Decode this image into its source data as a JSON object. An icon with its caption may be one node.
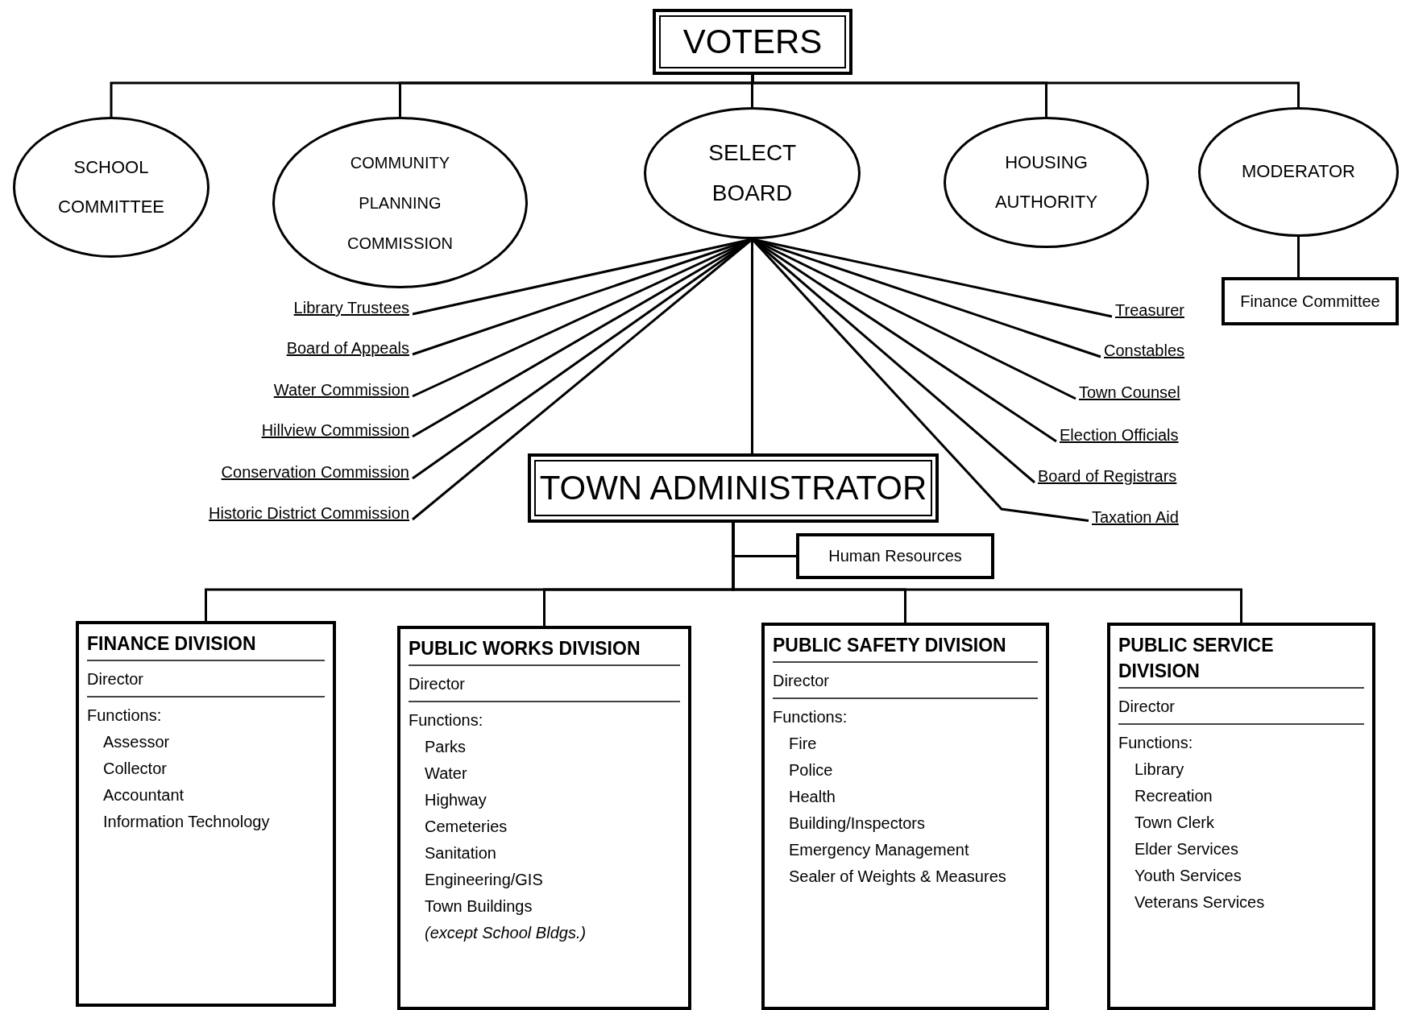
{
  "diagram": {
    "nodes": [
      {
        "text": [
          "VOTERS"
        ]
      },
      {
        "text": [
          "SCHOOL COMMITTEE"
        ]
      },
      {
        "text": [
          "COMMUNITY PLANNING COMMISSION"
        ]
      },
      {
        "text": [
          "SELECT BOARD"
        ]
      },
      {
        "text": [
          "HOUSING AUTHORITY"
        ]
      },
      {
        "text": [
          "MODERATOR"
        ]
      },
      {
        "text": [
          "Finance Committee"
        ]
      },
      {
        "text": [
          "Library Trustees"
        ]
      },
      {
        "text": [
          "Board of Appeals"
        ]
      },
      {
        "text": [
          "Water Commission"
        ]
      },
      {
        "text": [
          "Hillview Commission"
        ]
      },
      {
        "text": [
          "Conservation Commission"
        ]
      },
      {
        "text": [
          "Historic District Commission"
        ]
      },
      {
        "text": [
          "Treasurer"
        ]
      },
      {
        "text": [
          "Constables"
        ]
      },
      {
        "text": [
          "Town Counsel"
        ]
      },
      {
        "text": [
          "Election Officials"
        ]
      },
      {
        "text": [
          "Board of Registrars"
        ]
      },
      {
        "text": [
          "Taxation Aid"
        ]
      },
      {
        "text": [
          "TOWN ADMINISTRATOR"
        ]
      },
      {
        "text": [
          "Human Resources"
        ]
      },
      {
        "text": [
          "FINANCE DIVISION",
          "Director",
          "Functions:",
          "Assessor",
          "Collector",
          "Accountant",
          "Information Technology"
        ]
      },
      {
        "text": [
          "PUBLIC WORKS DIVISION",
          "Director",
          "Functions:",
          "Parks",
          "Water",
          "Highway",
          "Cemeteries",
          "Sanitation",
          "Engineering/GIS",
          "Town Buildings",
          "(except School Bldgs.)"
        ]
      },
      {
        "text": [
          "PUBLIC SAFETY DIVISION",
          "Director",
          "Functions:",
          "Fire",
          "Police",
          "Health",
          "Building/Inspectors",
          "Emergency Management",
          "Sealer of  Weights  & Measures"
        ]
      },
      {
        "text": [
          "PUBLIC SERVICE DIVISION",
          "Director",
          "Functions:",
          "Library",
          "Recreation",
          "Town Clerk",
          "Elder Services",
          "Youth Services",
          "Veterans Services"
        ]
      }
    ],
    "edges": [
      {
        "from": 0,
        "to": 1,
        "arrow": "none"
      },
      {
        "from": 0,
        "to": 2,
        "arrow": "none"
      },
      {
        "from": 0,
        "to": 3,
        "arrow": "none"
      },
      {
        "from": 0,
        "to": 4,
        "arrow": "none"
      },
      {
        "from": 0,
        "to": 5,
        "arrow": "none"
      },
      {
        "from": 3,
        "to": 7,
        "arrow": "none"
      },
      {
        "from": 3,
        "to": 8,
        "arrow": "none"
      },
      {
        "from": 3,
        "to": 9,
        "arrow": "none"
      },
      {
        "from": 3,
        "to": 10,
        "arrow": "none"
      },
      {
        "from": 3,
        "to": 11,
        "arrow": "none"
      },
      {
        "from": 3,
        "to": 12,
        "arrow": "none"
      },
      {
        "from": 3,
        "to": 13,
        "arrow": "none"
      },
      {
        "from": 3,
        "to": 14,
        "arrow": "none"
      },
      {
        "from": 3,
        "to": 15,
        "arrow": "none"
      },
      {
        "from": 3,
        "to": 16,
        "arrow": "none"
      },
      {
        "from": 3,
        "to": 17,
        "arrow": "none"
      },
      {
        "from": 3,
        "to": 18,
        "arrow": "none"
      },
      {
        "from": 3,
        "to": 19,
        "arrow": "none"
      },
      {
        "from": 5,
        "to": 6,
        "arrow": "none"
      },
      {
        "from": 19,
        "to": 20,
        "arrow": "none"
      },
      {
        "from": 19,
        "to": 21,
        "arrow": "none"
      },
      {
        "from": 19,
        "to": 22,
        "arrow": "none"
      },
      {
        "from": 19,
        "to": 23,
        "arrow": "none"
      },
      {
        "from": 19,
        "to": 24,
        "arrow": "none"
      }
    ]
  }
}
